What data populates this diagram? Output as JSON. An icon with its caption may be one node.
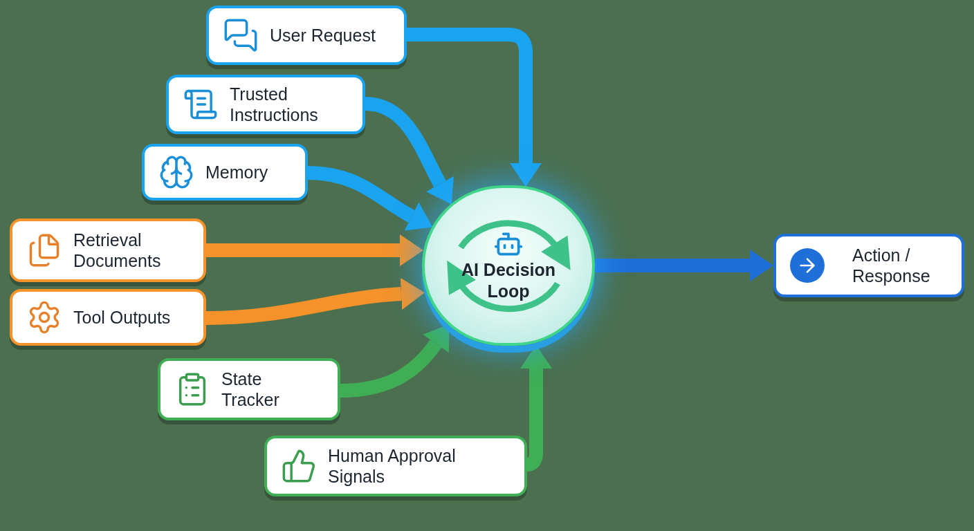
{
  "diagram": {
    "nodes": [
      {
        "text": [
          "User Request"
        ]
      },
      {
        "text": [
          "Trusted Instructions"
        ]
      },
      {
        "text": [
          "Memory"
        ]
      },
      {
        "text": [
          "Retrieval Documents"
        ]
      },
      {
        "text": [
          "Tool Outputs"
        ]
      },
      {
        "text": [
          "State Tracker"
        ]
      },
      {
        "text": [
          "Human Approval Signals"
        ]
      },
      {
        "text": [
          "AI Decision Loop"
        ]
      },
      {
        "text": [
          "Action / Response"
        ]
      }
    ],
    "edges": [
      {
        "from": 0,
        "to": 7,
        "arrow": "to",
        "color": "#1aa3ee"
      },
      {
        "from": 1,
        "to": 7,
        "arrow": "to",
        "color": "#1aa3ee"
      },
      {
        "from": 2,
        "to": 7,
        "arrow": "to",
        "color": "#1aa3ee"
      },
      {
        "from": 3,
        "to": 7,
        "arrow": "to",
        "color": "#f5922a"
      },
      {
        "from": 4,
        "to": 7,
        "arrow": "to",
        "color": "#f5922a"
      },
      {
        "from": 5,
        "to": 7,
        "arrow": "to",
        "color": "#3fae55"
      },
      {
        "from": 6,
        "to": 7,
        "arrow": "to",
        "color": "#3fae55"
      },
      {
        "from": 7,
        "to": 8,
        "arrow": "to",
        "color": "#1f6fd8"
      }
    ]
  }
}
